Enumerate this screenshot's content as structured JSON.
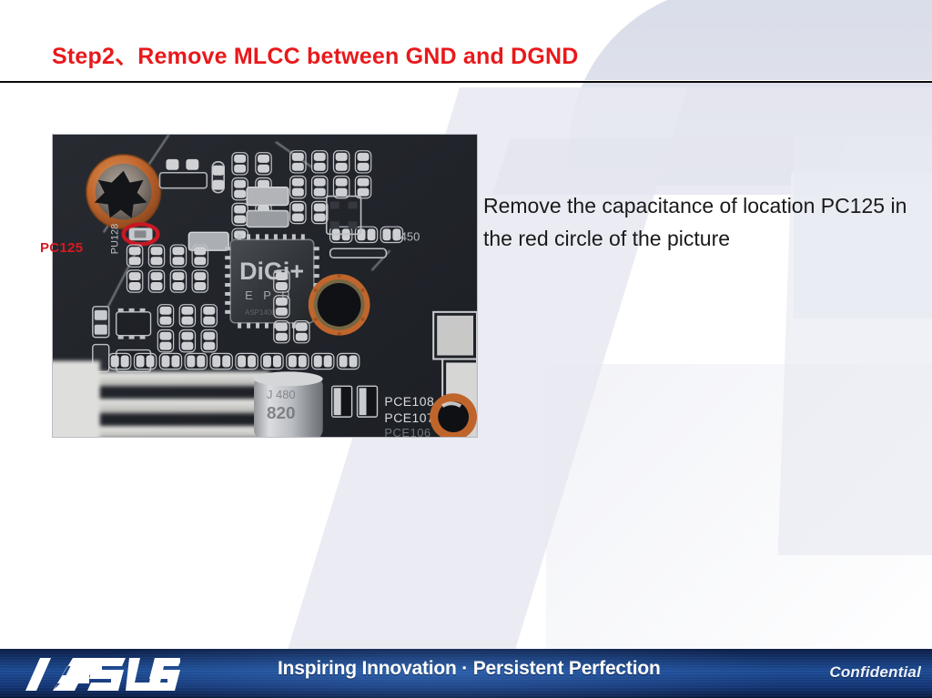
{
  "slide": {
    "title": "Step2、Remove MLCC between GND and DGND",
    "title_color": "#e8191c",
    "body_text": "Remove the capacitance of location PC125 in the red circle of the picture"
  },
  "photo": {
    "alt": "Close-up photograph of a motherboard PCB showing the PC125 capacitor location",
    "callout_label": "PC125",
    "callout_color": "#d71920",
    "silkscreen": {
      "chip_brand": "DIGI+",
      "chip_sub": "E P U",
      "designator_right": "U450",
      "designator_bottom_1": "PCE108",
      "designator_bottom_2": "PCE107",
      "designator_pu": "PU128",
      "cap_marking_top": "J 480",
      "cap_marking_mid": "820"
    },
    "colors": {
      "pcb": "#191c22",
      "pad": "#d8dadd",
      "copper": "#c9692c",
      "highlight_ring": "#d71920"
    }
  },
  "footer": {
    "logo": "ASUS",
    "tagline": "Inspiring Innovation · Persistent Perfection",
    "confidential": "Confidential",
    "bar_color": "#143a7c"
  }
}
